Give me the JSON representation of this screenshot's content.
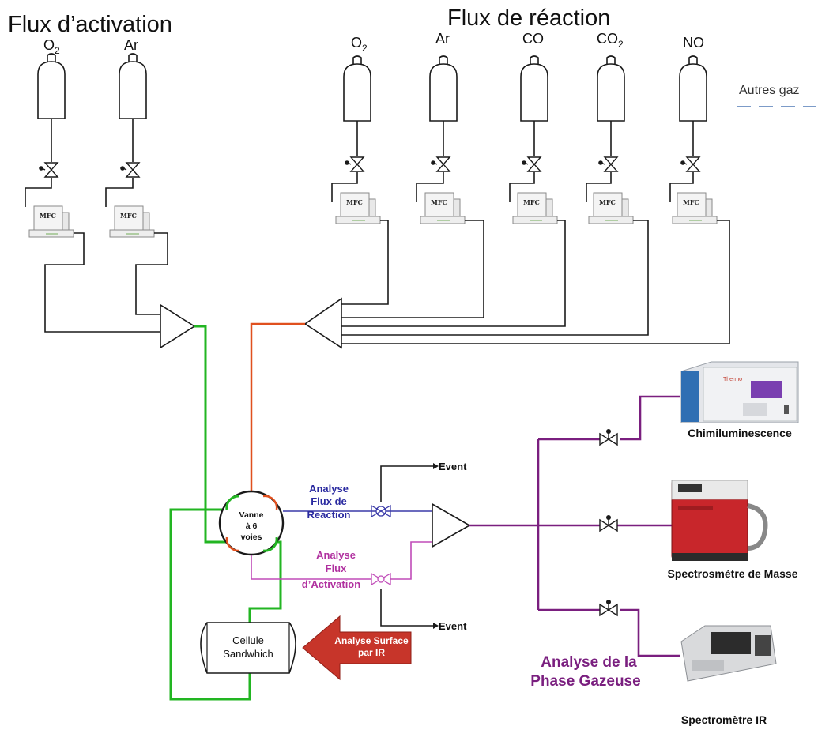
{
  "titles": {
    "activation": "Flux d’activation",
    "reaction": "Flux de réaction"
  },
  "activation_gases": [
    {
      "base": "O",
      "sub": "2"
    },
    {
      "base": "Ar",
      "sub": ""
    }
  ],
  "reaction_gases": [
    {
      "base": "O",
      "sub": "2"
    },
    {
      "base": "Ar",
      "sub": ""
    },
    {
      "base": "CO",
      "sub": ""
    },
    {
      "base": "CO",
      "sub": "2"
    },
    {
      "base": "NO",
      "sub": ""
    }
  ],
  "other_gases": "Autres gaz",
  "mfc_label": "MFC",
  "valve6": {
    "line1": "Vanne",
    "line2": "à 6",
    "line3": "voies"
  },
  "reaction_analysis": {
    "line1": "Analyse",
    "line2": "Flux de",
    "line3": "Reaction"
  },
  "activation_analysis": {
    "line1": "Analyse",
    "line2": "Flux",
    "line3": "d’Activation"
  },
  "event_label": "Event",
  "cell": {
    "line1": "Cellule",
    "line2": "Sandwhich"
  },
  "surface_arrow": {
    "line1": "Analyse Surface",
    "line2": "par IR"
  },
  "gas_phase": {
    "line1": "Analyse de la",
    "line2": "Phase Gazeuse"
  },
  "instruments": {
    "chemi": "Chimiluminescence",
    "mass": "Spectrosmètre de Masse",
    "ir": "Spectromètre IR",
    "thermo_brand": "Thermo"
  },
  "colors": {
    "activation_line": "#22b522",
    "reaction_line": "#e0501e",
    "gas_phase_line": "#7a1f7f",
    "reaction_analysis_text": "#2a2aa0",
    "activation_analysis_text": "#b0309f",
    "surface_arrow": "#c7352a"
  }
}
